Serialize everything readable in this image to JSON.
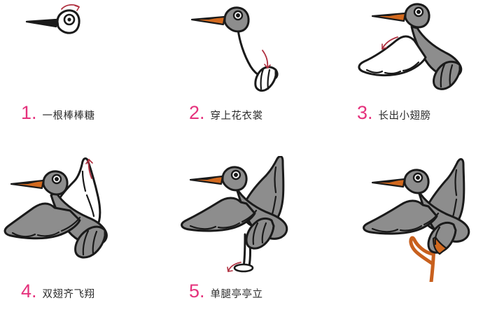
{
  "tutorial": {
    "subject": "crane",
    "background_color": "#ffffff",
    "number_color": "#e5317c",
    "text_color": "#2b2b2b",
    "body_fill": "#8d8d8d",
    "beak_fill": "#d2691e",
    "leg_fill": "#c8601e",
    "outline_color": "#1a1a1a",
    "arrow_color": "#b03040",
    "white_fill": "#ffffff",
    "columns": 3,
    "rows": 2,
    "steps": [
      {
        "number": "1.",
        "label": "一根棒棒糖",
        "art_name": "crane-step-head",
        "has_arrow": true,
        "arrow_hint": "curved arrow above head"
      },
      {
        "number": "2.",
        "label": "穿上花衣裳",
        "art_name": "crane-step-neck-body",
        "has_arrow": true,
        "arrow_hint": "curved arrow along neck"
      },
      {
        "number": "3.",
        "label": "长出小翅膀",
        "art_name": "crane-step-small-wing",
        "has_arrow": true,
        "arrow_hint": "curved arrow at wing"
      },
      {
        "number": "4.",
        "label": "双翅齐飞翔",
        "art_name": "crane-step-both-wings",
        "has_arrow": true,
        "arrow_hint": "curved arrow at upper wing tip"
      },
      {
        "number": "5.",
        "label": "单腿亭亭立",
        "art_name": "crane-step-one-leg",
        "has_arrow": true,
        "arrow_hint": "curved arrow at foot"
      },
      {
        "number": "",
        "label": "",
        "art_name": "crane-step-final",
        "has_arrow": false,
        "arrow_hint": ""
      }
    ]
  }
}
